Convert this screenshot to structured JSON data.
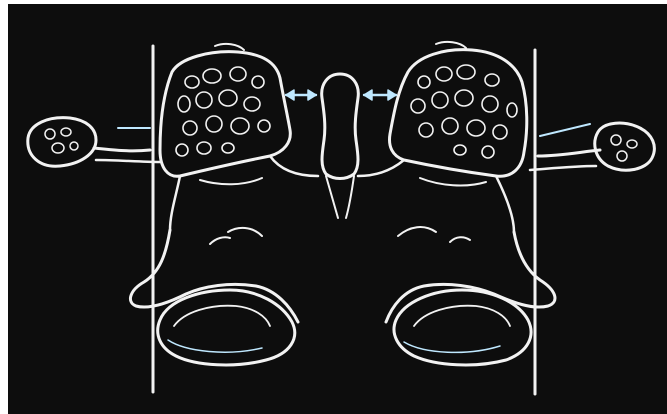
{
  "figure": {
    "background_color": "#0d0d0d",
    "line_color": "#f2f2f2",
    "accent_line_color": "#bfe8ff",
    "frame_color": "#ffffff"
  },
  "elements": [
    "left-vertical-reference-line",
    "right-vertical-reference-line",
    "left-facet-joint",
    "right-facet-joint",
    "left-vertebral-body",
    "right-vertebral-body",
    "spinous-process",
    "left-distance-arrow",
    "right-distance-arrow",
    "left-pedicle",
    "right-pedicle",
    "left-transverse-process",
    "right-transverse-process"
  ]
}
